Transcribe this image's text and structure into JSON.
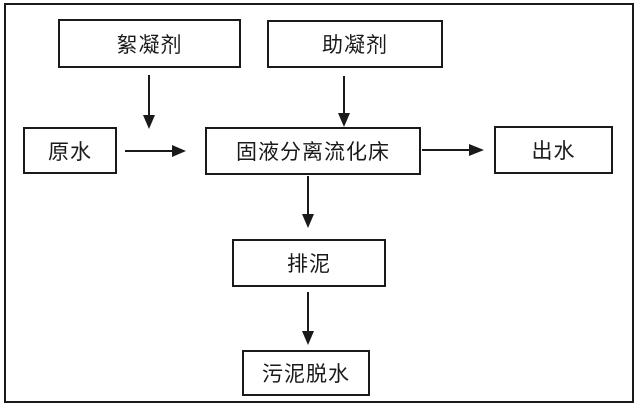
{
  "diagram": {
    "type": "flowchart",
    "language": "zh-CN",
    "background_color": "#ffffff",
    "line_color": "#1a1a1a",
    "nodes": {
      "flocculant": {
        "label": "絮凝剂"
      },
      "coagulant_aid": {
        "label": "助凝剂"
      },
      "raw_water": {
        "label": "原水"
      },
      "fluidized_bed": {
        "label": "固液分离流化床"
      },
      "effluent": {
        "label": "出水"
      },
      "sludge_discharge": {
        "label": "排泥"
      },
      "sludge_dewatering": {
        "label": "污泥脱水"
      }
    },
    "edges": [
      {
        "from": "flocculant",
        "to": "fluidized_bed",
        "note": "dosed into raw-water feed line"
      },
      {
        "from": "coagulant_aid",
        "to": "fluidized_bed",
        "note": "dosed into top of fluidized bed"
      },
      {
        "from": "raw_water",
        "to": "fluidized_bed",
        "note": ""
      },
      {
        "from": "fluidized_bed",
        "to": "effluent",
        "note": ""
      },
      {
        "from": "fluidized_bed",
        "to": "sludge_discharge",
        "note": ""
      },
      {
        "from": "sludge_discharge",
        "to": "sludge_dewatering",
        "note": ""
      }
    ]
  }
}
